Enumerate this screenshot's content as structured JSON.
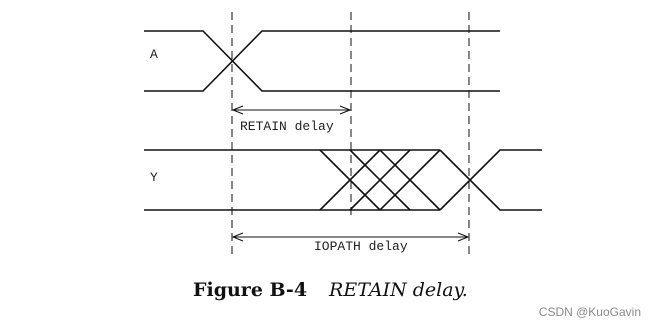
{
  "signals": [
    {
      "name": "A"
    },
    {
      "name": "Y"
    }
  ],
  "annotations": {
    "retain": "RETAIN delay",
    "iopath": "IOPATH delay"
  },
  "caption": {
    "number": "Figure B-4",
    "title": "RETAIN delay."
  },
  "watermark": "CSDN @KuoGavin"
}
